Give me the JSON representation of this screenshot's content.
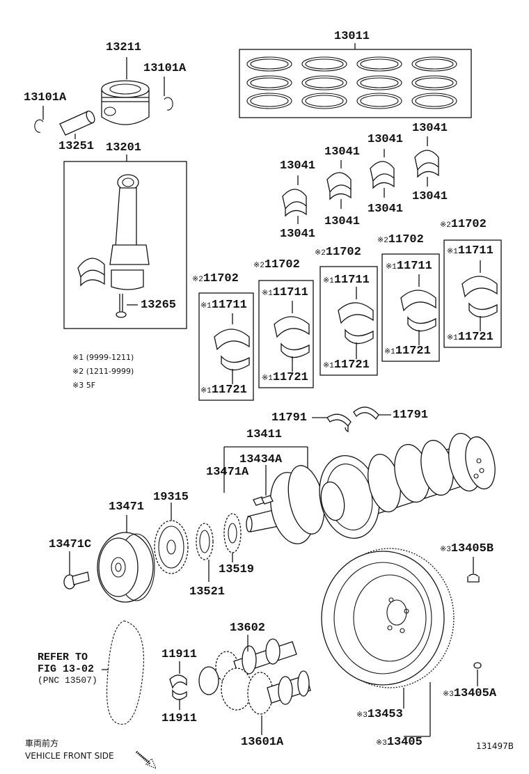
{
  "marks": {
    "m1": "※1",
    "m2": "※2",
    "m3": "※3"
  },
  "labels": {
    "p13011": "13011",
    "p13211": "13211",
    "p13101a_r": "13101A",
    "p13101a_l": "13101A",
    "p13251": "13251",
    "p13201": "13201",
    "p13265": "13265",
    "p13041_a": "13041",
    "p13041_b": "13041",
    "p13041_c": "13041",
    "p13041_d": "13041",
    "p13041_e": "13041",
    "p13041_f": "13041",
    "p13041_g": "13041",
    "p13041_h": "13041",
    "p11702_a": "11702",
    "p11702_b": "11702",
    "p11702_c": "11702",
    "p11702_d": "11702",
    "p11702_e": "11702",
    "p11711_a": "11711",
    "p11711_b": "11711",
    "p11711_c": "11711",
    "p11711_d": "11711",
    "p11711_e": "11711",
    "p11721_a": "11721",
    "p11721_b": "11721",
    "p11721_c": "11721",
    "p11721_d": "11721",
    "p11721_e": "11721",
    "p11791_l": "11791",
    "p11791_r": "11791",
    "p13411": "13411",
    "p13434a": "13434A",
    "p13471a": "13471A",
    "p13471": "13471",
    "p19315": "19315",
    "p13471c": "13471C",
    "p13521": "13521",
    "p13519": "13519",
    "p13405b": "13405B",
    "p13602": "13602",
    "p11911_t": "11911",
    "p11911_b": "11911",
    "p13601a": "13601A",
    "p13405a": "13405A",
    "p13453": "13453",
    "p13405": "13405"
  },
  "legend": {
    "l1": "※1 (9999-1211)",
    "l2": "※2 (1211-9999)",
    "l3": "※3 5F"
  },
  "refer": {
    "line1": "REFER TO",
    "line2": "FIG 13-02",
    "line3": "(PNC 13507)"
  },
  "footer": {
    "jp": "車両前方",
    "en": "VEHICLE FRONT SIDE",
    "code": "131497B"
  }
}
